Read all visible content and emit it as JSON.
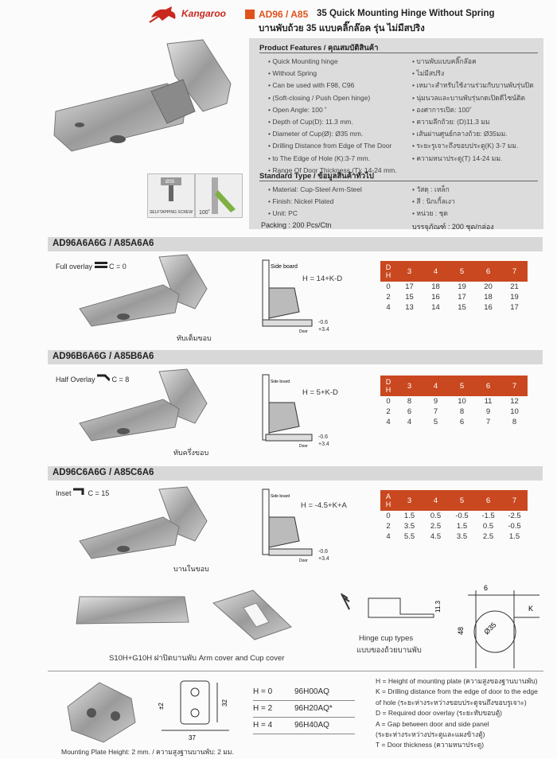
{
  "header": {
    "brand": "Kangaroo",
    "code": "AD96 / A85",
    "title_en": "35 Quick Mounting Hinge Without Spring",
    "title_th": "บานพับถ้วย 35 แบบคลิ๊กล๊อค รุ่น ไม่มีสปริง",
    "colors": {
      "accent": "#e0521c",
      "table_head": "#c9481f",
      "band": "#d8d8d8"
    }
  },
  "features": {
    "heading": "Product Features / คุณสมบัติสินค้า",
    "en": [
      "Quick Mounting hinge",
      "Without Spring",
      "Can be used with F98, C96",
      "(Soft-closing / Push Open hinge)",
      "Open Angle:  100 ˚",
      "Depth of Cup(D): 11.3 mm.",
      "Diameter of Cup(Ø): Ø35 mm.",
      "Drilling Distance from Edge of The Door",
      "to The Edge of Hole (K):3-7 mm.",
      "Range Of Door Thickness (T): 14-24 mm."
    ],
    "th": [
      "บานพับแบบคลิ๊กล๊อค",
      "ไม่มีสปริง",
      "เหมาะสำหรับใช้งานร่วมกับบานพับรุ่นปิด",
      "นุ่มนวลและบานพับรุ่นกดเปิดดีไซน์ติด",
      "องศาการเปิด:  100˚",
      "ความลึกถ้วย: (D)11.3 มม",
      "เส้นผ่านศูนย์กลางถ้วย: Ø35มม.",
      "ระยะรูเจาะถึงขอบประตู(K) 3-7 มม.",
      "ความหนาประตู(T) 14-24 มม."
    ]
  },
  "standard": {
    "heading": "Standard Type / ข้อมูลสินค้าทั่วไป",
    "en": [
      "Material: Cup-Steel Arm-Steel",
      "Finish: Nickel Plated",
      "Unit: PC"
    ],
    "th": [
      "วัสดุ : เหล็ก",
      "สี : นิกเกิ้ลเงา",
      "หน่วย : ชุด"
    ]
  },
  "packing": {
    "en": "Packing : 200 Pcs/Ctn",
    "th": "บรรจุภัณฑ์ : 200 ชุด/กล่อง"
  },
  "thumbs": {
    "screw": "SELFTAPPING SCREW",
    "angle": "100˚",
    "cup": "Ø35"
  },
  "sections": [
    {
      "model": "AD96A6A6G / A85A6A6",
      "overlay_label": "Full overlay",
      "c_value": "C = 0",
      "th_label": "ทับเต็มขอบ",
      "formula": "H = 14+K-D",
      "corner_top": "D",
      "corner_bottom": "H",
      "cols": [
        "3",
        "4",
        "5",
        "6",
        "7"
      ],
      "rows": [
        {
          "h": "0",
          "vals": [
            "17",
            "18",
            "19",
            "20",
            "21"
          ]
        },
        {
          "h": "2",
          "vals": [
            "15",
            "16",
            "17",
            "18",
            "19"
          ]
        },
        {
          "h": "4",
          "vals": [
            "13",
            "14",
            "15",
            "16",
            "17"
          ]
        }
      ]
    },
    {
      "model": "AD96B6A6G / A85B6A6",
      "overlay_label": "Half Overlay",
      "c_value": "C = 8",
      "th_label": "ทับครึ่งขอบ",
      "formula": "H = 5+K-D",
      "corner_top": "D",
      "corner_bottom": "H",
      "cols": [
        "3",
        "4",
        "5",
        "6",
        "7"
      ],
      "rows": [
        {
          "h": "0",
          "vals": [
            "8",
            "9",
            "10",
            "11",
            "12"
          ]
        },
        {
          "h": "2",
          "vals": [
            "6",
            "7",
            "8",
            "9",
            "10"
          ]
        },
        {
          "h": "4",
          "vals": [
            "4",
            "5",
            "6",
            "7",
            "8"
          ]
        }
      ]
    },
    {
      "model": "AD96C6A6G / A85C6A6",
      "overlay_label": "Inset",
      "c_value": "C = 15",
      "th_label": "บานในขอบ",
      "formula": "H = -4.5+K+A",
      "corner_top": "A",
      "corner_bottom": "H",
      "cols": [
        "3",
        "4",
        "5",
        "6",
        "7"
      ],
      "rows": [
        {
          "h": "0",
          "vals": [
            "1.5",
            "0.5",
            "-0.5",
            "-1.5",
            "-2.5"
          ]
        },
        {
          "h": "2",
          "vals": [
            "3.5",
            "2.5",
            "1.5",
            "0.5",
            "-0.5"
          ]
        },
        {
          "h": "4",
          "vals": [
            "5.5",
            "4.5",
            "3.5",
            "2.5",
            "1.5"
          ]
        }
      ]
    }
  ],
  "diagram_labels": {
    "side_board": "Side board",
    "door": "Door",
    "minus": "-0.6",
    "plus": "+3.4"
  },
  "accessories": {
    "cover_caption_code": "S10H+G10H",
    "cover_caption_th": "ฝาปิดบานพับ",
    "cover_caption_en": "Arm cover and Cup cover",
    "cup_types_en": "Hinge cup types",
    "cup_types_th": "แบบของถ้วยบานพับ",
    "dims": {
      "d6": "6",
      "k": "K",
      "d48": "48",
      "dia35": "Ø35",
      "d113": "11.3"
    }
  },
  "mounting": {
    "caption": "Mounting Plate Height: 2 mm.  / ความสูงฐานบานพับ: 2 มม.",
    "dims": {
      "d37": "37",
      "d32": "32",
      "pm2": "±2"
    },
    "codes": [
      {
        "h": "H = 0",
        "code": "96H00AQ"
      },
      {
        "h": "H = 2",
        "code": "96H20AQ*"
      },
      {
        "h": "H = 4",
        "code": "96H40AQ"
      }
    ]
  },
  "legend": [
    "H = Height of mounting plate (ความสูงของฐานบานพับ)",
    "K = Drilling distance from the edge of door to the edge",
    "      of hole (ระยะห่างระหว่างขอบประตูจนถึงขอบรูเจาะ)",
    "D = Required door overlay (ระยะทับขอบตู้)",
    "A = Gap between door and side panel",
    "      (ระยะห่างระหว่างประตูและแผงข้างตู้)",
    "T = Door thickness (ความหนาประตู)"
  ]
}
